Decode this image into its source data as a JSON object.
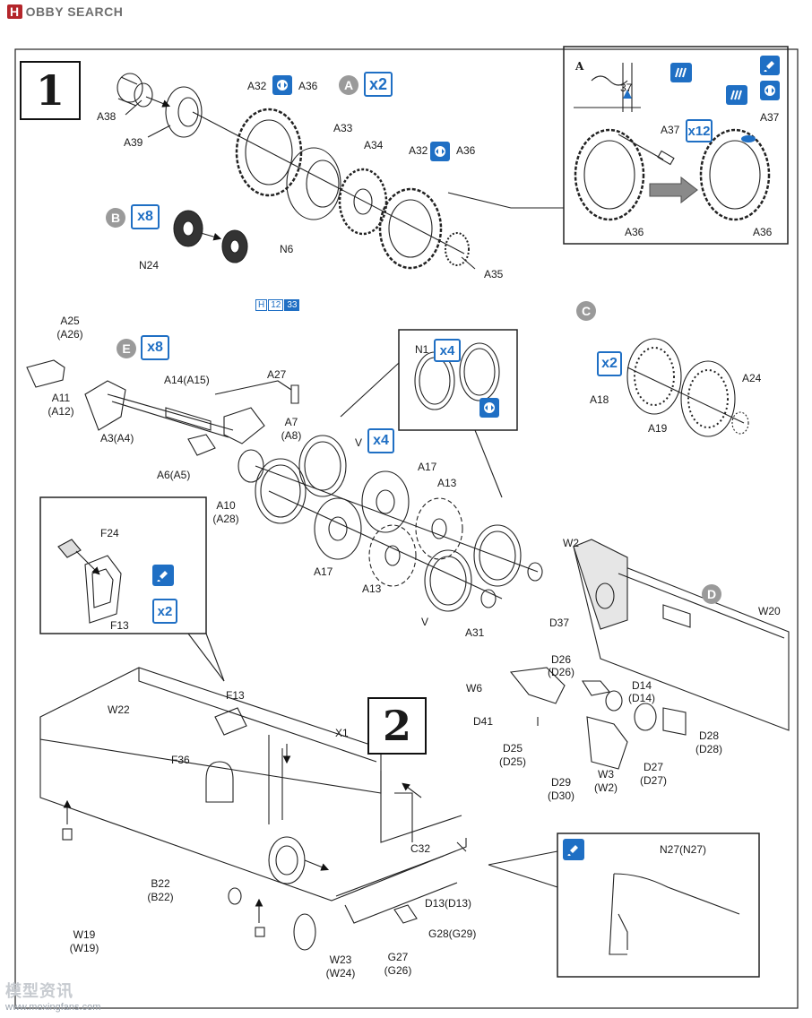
{
  "header": {
    "logo": "H",
    "site": "OBBY SEARCH"
  },
  "steps": {
    "step1": "1",
    "step2": "2"
  },
  "groups": {
    "a": "A",
    "b": "B",
    "c": "C",
    "d": "D",
    "e": "E"
  },
  "multipliers": {
    "a": "x2",
    "b": "x8",
    "e": "x8",
    "c": "x2",
    "v": "x4",
    "n1": "x4",
    "a37": "x12",
    "f": "x2"
  },
  "detail_a_label": "A",
  "detail_a_num": "37",
  "hcode": [
    "H",
    "12",
    "33"
  ],
  "labels": {
    "A38": "A38",
    "A39": "A39",
    "A32a": "A32",
    "A36a": "A36",
    "A33": "A33",
    "A34": "A34",
    "A32b": "A32",
    "A36b": "A36",
    "A35": "A35",
    "A37a": "A37",
    "A37b": "A37",
    "A36c": "A36",
    "A36d": "A36",
    "N24": "N24",
    "N6": "N6",
    "A25": "A25",
    "A26": "(A26)",
    "A11": "A11",
    "A12": "(A12)",
    "A14": "A14(A15)",
    "A27": "A27",
    "A7": "A7",
    "A8": "(A8)",
    "A3": "A3(A4)",
    "A6": "A6(A5)",
    "A10": "A10",
    "A28": "(A28)",
    "V1": "V",
    "V2": "V",
    "A17a": "A17",
    "A17b": "A17",
    "A13a": "A13",
    "A13b": "A13",
    "A31": "A31",
    "N1": "N1",
    "A18": "A18",
    "A19": "A19",
    "A24": "A24",
    "F24": "F24",
    "F13a": "F13",
    "W2": "W2",
    "W20": "W20",
    "D37": "D37",
    "D26": "D26",
    "D26b": "(D26)",
    "W6": "W6",
    "D14": "D14",
    "D14b": "(D14)",
    "D41": "D41",
    "D28": "D28",
    "D28b": "(D28)",
    "D25": "D25",
    "D25b": "(D25)",
    "D27": "D27",
    "D27b": "(D27)",
    "D29": "D29",
    "D30": "(D30)",
    "W3": "W3",
    "W2b": "(W2)",
    "W22": "W22",
    "F13b": "F13",
    "X1": "X1",
    "F36": "F36",
    "C32": "C32",
    "B22": "B22",
    "B22b": "(B22)",
    "W19": "W19",
    "W19b": "(W19)",
    "W23": "W23",
    "W24": "(W24)",
    "G27": "G27",
    "G26": "(G26)",
    "D13": "D13(D13)",
    "G28": "G28(G29)",
    "N27": "N27(N27)"
  },
  "watermark": {
    "cn": "模型资讯",
    "url": "www.moxingfans.com"
  },
  "colors": {
    "accent": "#1f6fc4",
    "marker": "#9a9a9a",
    "logo": "#b4262b"
  }
}
